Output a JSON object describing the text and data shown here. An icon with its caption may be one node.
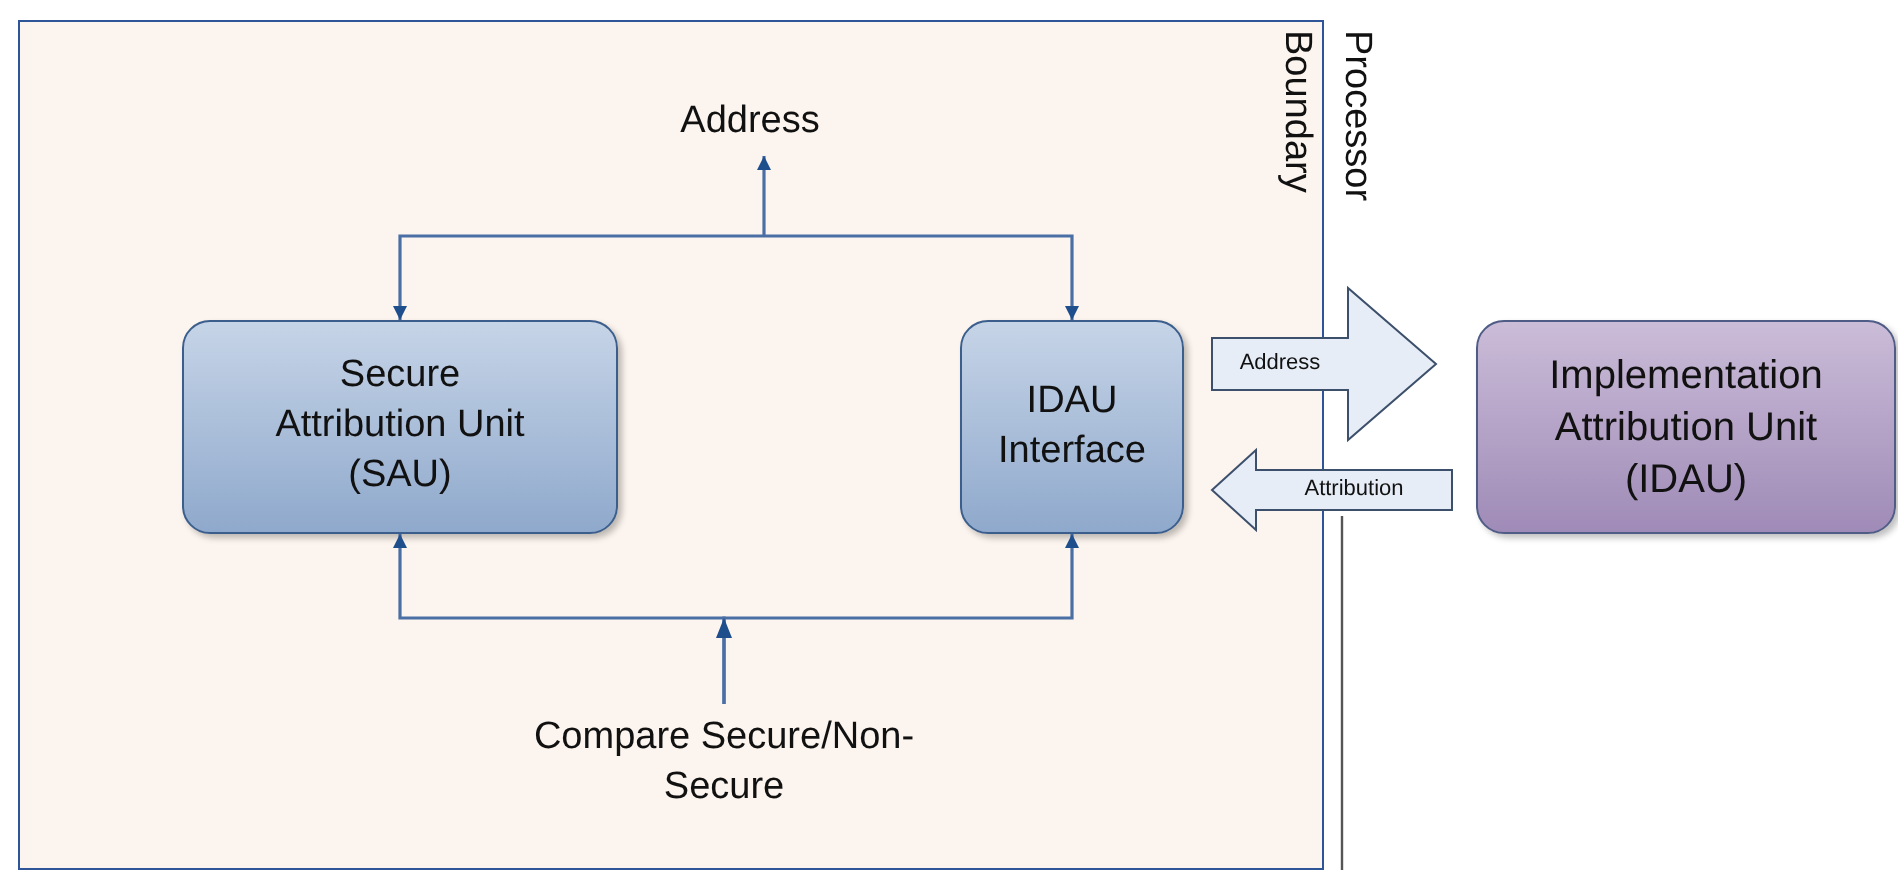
{
  "diagram": {
    "nodes": [
      {
        "text": [
          "Processor Boundary"
        ]
      },
      {
        "text": [
          "Address"
        ],
        "in": 0
      },
      {
        "text": [
          "Secure Attribution Unit (SAU)"
        ],
        "in": 0
      },
      {
        "text": [
          "IDAU Interface"
        ],
        "in": 0
      },
      {
        "text": [
          "Compare Secure/Non-Secure"
        ],
        "in": 0
      },
      {
        "text": [
          "Implementation Attribution Unit (IDAU)"
        ]
      }
    ],
    "edges": [
      {
        "from": null,
        "to": 1,
        "arrow": "to"
      },
      {
        "from": null,
        "to": 2,
        "arrow": "to"
      },
      {
        "from": null,
        "to": 3,
        "arrow": "to"
      },
      {
        "from": 4,
        "to": 2,
        "arrow": "to"
      },
      {
        "from": 4,
        "to": 3,
        "arrow": "to"
      },
      {
        "from": 3,
        "to": 5,
        "arrow": "to",
        "label": "Address",
        "style": "thick"
      },
      {
        "from": 5,
        "to": 3,
        "arrow": "to",
        "label": "Attribution",
        "style": "thick"
      }
    ]
  }
}
